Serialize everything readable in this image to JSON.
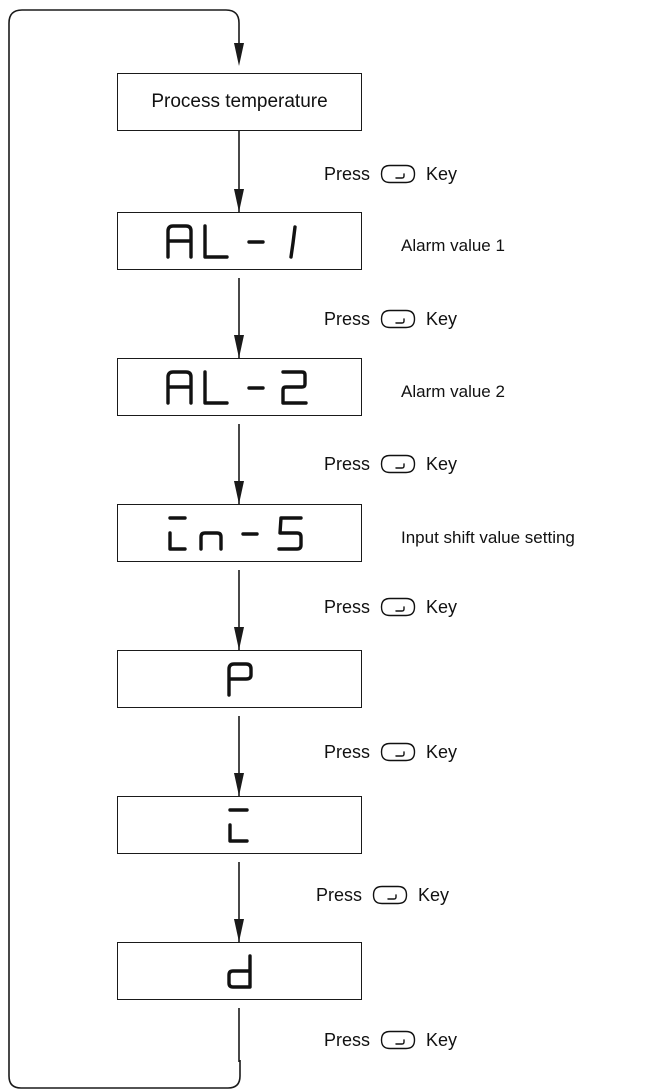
{
  "start_box": {
    "label": "Process temperature"
  },
  "steps": [
    {
      "display": "AL-1",
      "description": "Alarm value 1"
    },
    {
      "display": "AL-2",
      "description": "Alarm value 2"
    },
    {
      "display": "in-S",
      "description": "Input shift value setting"
    },
    {
      "display": "P",
      "description": ""
    },
    {
      "display": "i",
      "description": ""
    },
    {
      "display": "d",
      "description": ""
    }
  ],
  "press_rows": [
    {
      "press": "Press",
      "key": "Key",
      "icon": "mode-key-icon"
    },
    {
      "press": "Press",
      "key": "Key",
      "icon": "mode-key-icon"
    },
    {
      "press": "Press",
      "key": "Key",
      "icon": "mode-key-icon"
    },
    {
      "press": "Press",
      "key": "Key",
      "icon": "mode-key-icon"
    },
    {
      "press": "Press",
      "key": "Key",
      "icon": "mode-key-icon"
    },
    {
      "press": "Press",
      "key": "Key",
      "icon": "mode-key-icon"
    },
    {
      "press": "Press",
      "key": "Key",
      "icon": "mode-key-icon"
    }
  ],
  "colors": {
    "line": "#1a1a1a",
    "text": "#111111",
    "background": "#ffffff"
  }
}
